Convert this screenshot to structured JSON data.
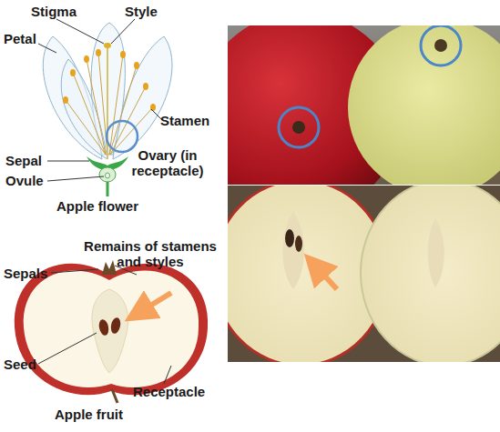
{
  "diagram": {
    "labels": [
      "Stigma",
      "Style",
      "Petal",
      "Stamen",
      "Sepal",
      "Ovary (in receptacle)",
      "Ovule",
      "Apple flower",
      "Remains of stamens and styles",
      "Sepals",
      "Seed",
      "Receptacle",
      "Apple fruit"
    ]
  }
}
